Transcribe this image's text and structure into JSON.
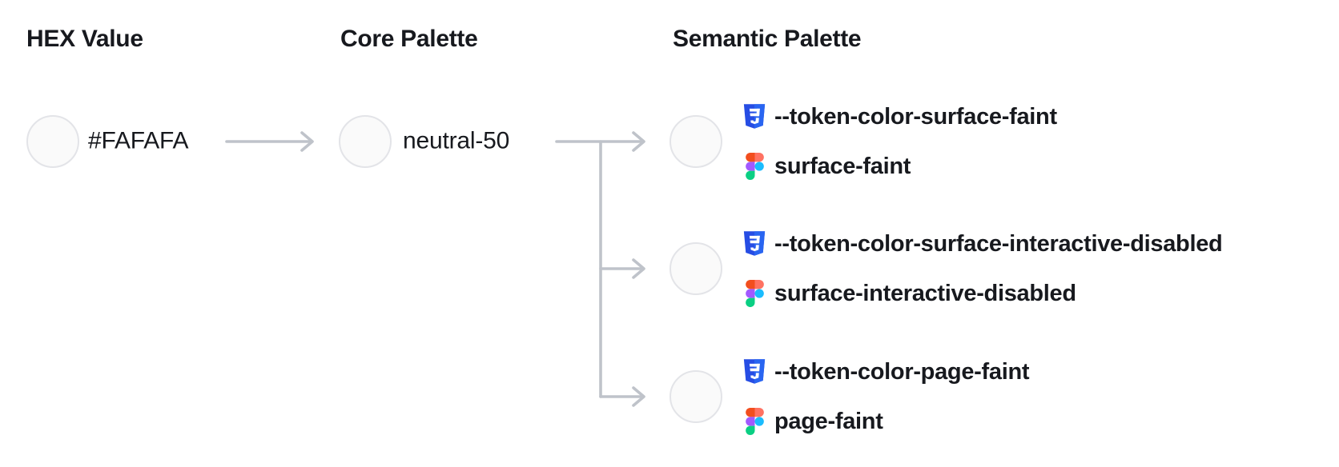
{
  "headers": {
    "hex": "HEX Value",
    "core": "Core Palette",
    "semantic": "Semantic Palette"
  },
  "hex": {
    "value": "#FAFAFA"
  },
  "core": {
    "name": "neutral-50"
  },
  "semantic_tokens": [
    {
      "css": "--token-color-surface-faint",
      "figma": "surface-faint"
    },
    {
      "css": "--token-color-surface-interactive-disabled",
      "figma": "surface-interactive-disabled"
    },
    {
      "css": "--token-color-page-faint",
      "figma": "page-faint"
    }
  ],
  "icons": {
    "css": "css3-shield-icon",
    "figma": "figma-logo-icon"
  },
  "colors": {
    "text": "#17191E",
    "swatch_fill": "#FAFAFA",
    "swatch_border": "#E3E4E8",
    "connector": "#BFC3CA",
    "css_blue_dark": "#264DE4",
    "css_blue_light": "#2965F1",
    "figma_orange": "#F24E1E",
    "figma_salmon": "#FF7262",
    "figma_purple": "#A259FF",
    "figma_blue": "#1ABCFE",
    "figma_green": "#0ACF83"
  }
}
